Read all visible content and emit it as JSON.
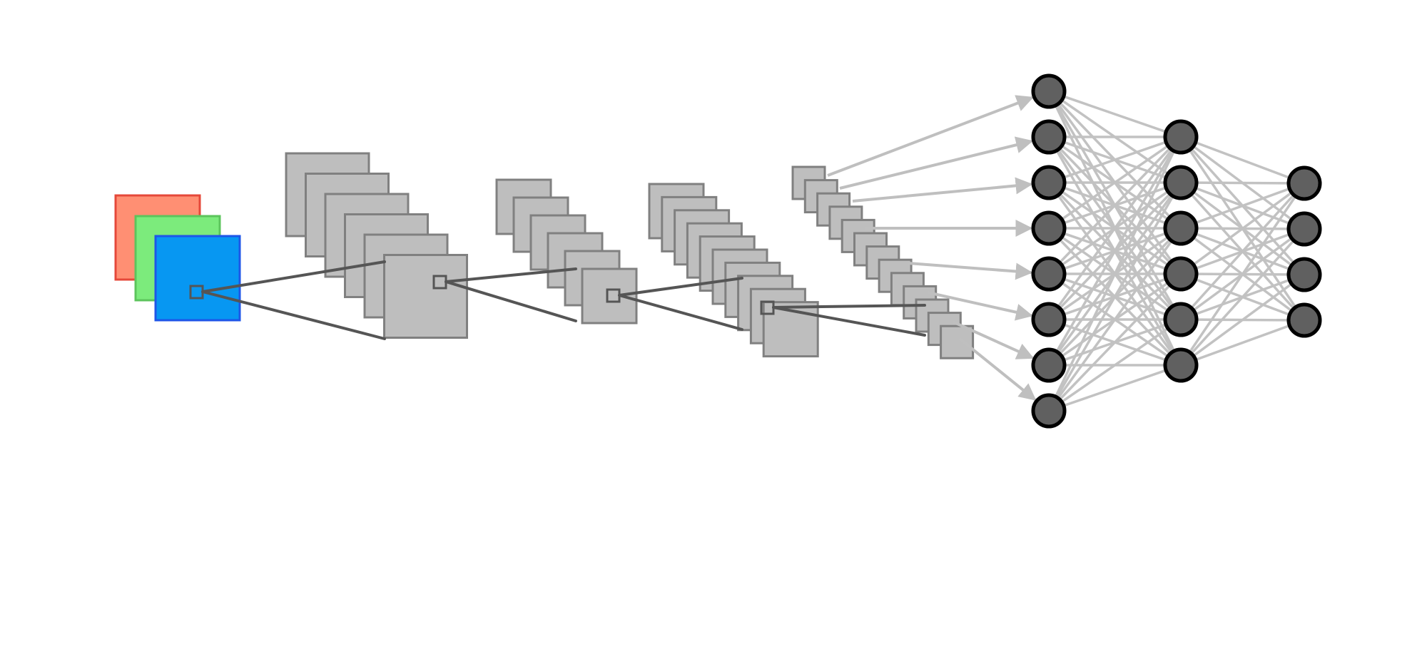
{
  "diagram": {
    "kind": "convolutional neural network architecture",
    "colors": {
      "input_red": "#FF8F73",
      "input_red_edge": "#E5483A",
      "input_green": "#7CEB7C",
      "input_green_edge": "#5CC45C",
      "input_blue": "#0797F2",
      "input_blue_edge": "#1E56E8",
      "feature_map": "#BEBEBE",
      "feature_map_edge": "#808080",
      "kernel_line": "#555555",
      "flatten_arrow": "#BFBFBF",
      "dense_edge": "#C2C2C2",
      "neuron_fill": "#606060",
      "neuron_edge": "#000000"
    },
    "input_channels": [
      "red",
      "green",
      "blue"
    ],
    "conv_stages": [
      {
        "maps": 6
      },
      {
        "maps": 6
      },
      {
        "maps": 10
      },
      {
        "maps": 13
      }
    ],
    "dense_layers": [
      {
        "neurons": 8
      },
      {
        "neurons": 6
      },
      {
        "neurons": 4
      }
    ]
  }
}
